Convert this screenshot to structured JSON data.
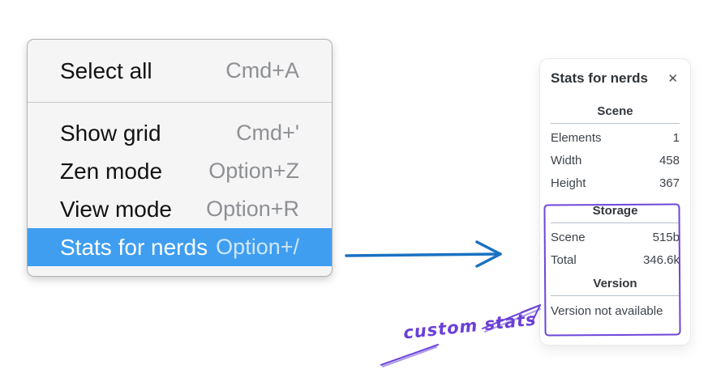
{
  "colors": {
    "menu_highlight": "#3f9ef0",
    "flow_arrow_blue": "#1971c2",
    "annotation_purple": "#6c47d8"
  },
  "menu": {
    "groups": [
      {
        "items": [
          {
            "label": "Select all",
            "shortcut": "Cmd+A",
            "selected": false
          }
        ]
      },
      {
        "items": [
          {
            "label": "Show grid",
            "shortcut": "Cmd+'",
            "selected": false
          },
          {
            "label": "Zen mode",
            "shortcut": "Option+Z",
            "selected": false
          },
          {
            "label": "View mode",
            "shortcut": "Option+R",
            "selected": false
          },
          {
            "label": "Stats for nerds",
            "shortcut": "Option+/",
            "selected": true
          }
        ]
      }
    ]
  },
  "stats_panel": {
    "title": "Stats for nerds",
    "close_glyph": "✕",
    "sections": [
      {
        "title": "Scene",
        "rows": [
          {
            "label": "Elements",
            "value": "1"
          },
          {
            "label": "Width",
            "value": "458"
          },
          {
            "label": "Height",
            "value": "367"
          }
        ]
      },
      {
        "title": "Storage",
        "rows": [
          {
            "label": "Scene",
            "value": "515b"
          },
          {
            "label": "Total",
            "value": "346.6k"
          }
        ]
      },
      {
        "title": "Version",
        "note": "Version not available"
      }
    ]
  },
  "annotation": {
    "label": "custom stats"
  }
}
